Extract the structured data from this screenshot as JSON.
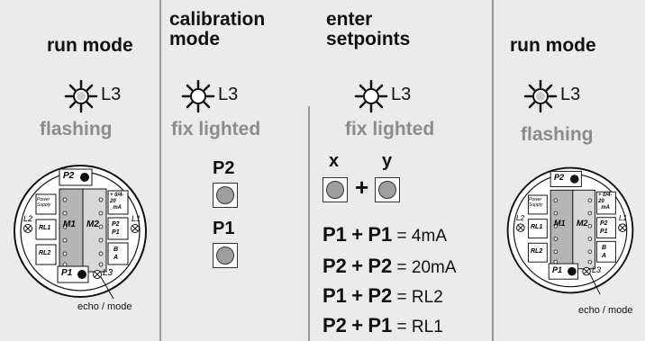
{
  "columns": [
    {
      "title": "run mode",
      "lamp_label": "L3",
      "state": "flashing"
    },
    {
      "title": "calibration mode",
      "lamp_label": "L3",
      "state": "fix lighted"
    },
    {
      "title": "enter setpoints",
      "lamp_label": "L3",
      "state": "fix lighted"
    },
    {
      "title": "run mode",
      "lamp_label": "L3",
      "state": "flashing"
    }
  ],
  "calibration": {
    "button_top": "P2",
    "button_bottom": "P1"
  },
  "setpoints": {
    "x_label": "x",
    "y_label": "y",
    "plus": "+",
    "formulas": [
      {
        "a": "P1",
        "b": "P1",
        "result": "= 4mA"
      },
      {
        "a": "P2",
        "b": "P2",
        "result": "= 20mA"
      },
      {
        "a": "P1",
        "b": "P2",
        "result": "= RL2"
      },
      {
        "a": "P2",
        "b": "P1",
        "result": "= RL1"
      }
    ]
  },
  "device": {
    "p2": "P2",
    "p1": "P1",
    "l1": "L1",
    "l2": "L2",
    "l3": "L3",
    "m1": "M1",
    "m2": "M2",
    "power_supply": "Power Supply",
    "rl1": "RL1",
    "rl2": "RL2",
    "ma_label": "+ 0/4-20 _mA",
    "p2p1": "P2 P1",
    "ba": "B A",
    "echo_mode": "echo / mode"
  },
  "colors": {
    "background": "#ebebeb",
    "state_text": "#8c8c8c",
    "button_cap": "#9e9e9e"
  }
}
